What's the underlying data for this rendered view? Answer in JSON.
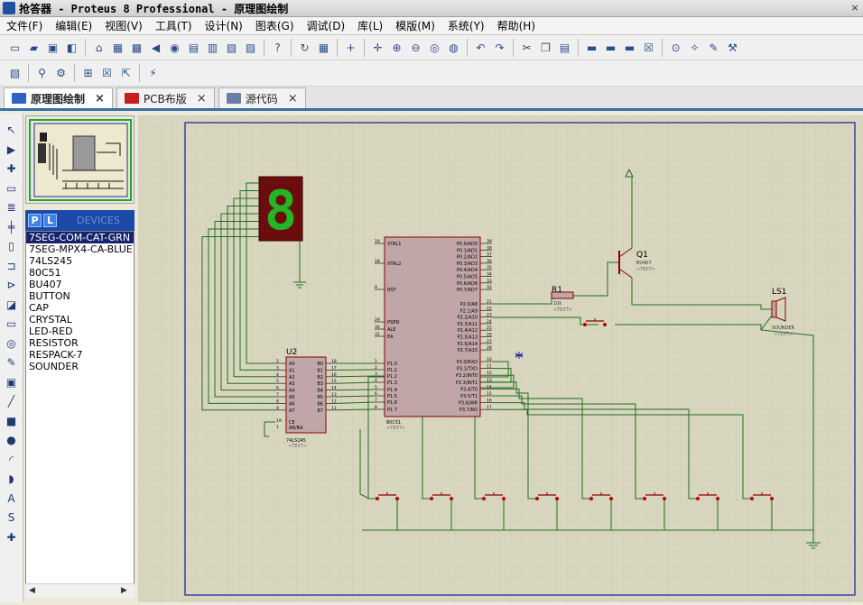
{
  "window": {
    "title": "抢答器 - Proteus 8 Professional - 原理图绘制",
    "close": "×"
  },
  "menu": [
    "文件(F)",
    "编辑(E)",
    "视图(V)",
    "工具(T)",
    "设计(N)",
    "图表(G)",
    "调试(D)",
    "库(L)",
    "模版(M)",
    "系统(Y)",
    "帮助(H)"
  ],
  "tabs": [
    {
      "label": "原理图绘制",
      "close": "×",
      "icon_color": "#2b62c4"
    },
    {
      "label": "PCB布版",
      "close": "×",
      "icon_color": "#c81e1e"
    },
    {
      "label": "源代码",
      "close": "×",
      "icon_color": "#6a7fa8"
    }
  ],
  "picker": {
    "p": "P",
    "l": "L",
    "devices_label": "DEVICES"
  },
  "devices": [
    "7SEG-COM-CAT-GRN",
    "7SEG-MPX4-CA-BLUE",
    "74LS245",
    "80C51",
    "BU407",
    "BUTTON",
    "CAP",
    "CRYSTAL",
    "LED-RED",
    "RESISTOR",
    "RESPACK-7",
    "SOUNDER"
  ],
  "selected_device": "7SEG-COM-CAT-GRN",
  "schematic": {
    "segment_digit": "8",
    "mcu": {
      "ref": "80C51",
      "left_pins": [
        "XTAL1",
        "XTAL2",
        "RST",
        "PSEN",
        "ALE",
        "EA",
        "P1.0",
        "P1.1",
        "P1.2",
        "P1.3",
        "P1.4",
        "P1.5",
        "P1.6",
        "P1.7"
      ],
      "left_nums": [
        "19",
        "18",
        "9",
        "29",
        "30",
        "31",
        "1",
        "2",
        "3",
        "4",
        "5",
        "6",
        "7",
        "8"
      ],
      "right_pins": [
        "P0.0/AD0",
        "P0.1/AD1",
        "P0.2/AD2",
        "P0.3/AD3",
        "P0.4/AD4",
        "P0.5/AD5",
        "P0.6/AD6",
        "P0.7/AD7",
        "P2.0/A8",
        "P2.1/A9",
        "P2.2/A10",
        "P2.3/A11",
        "P2.4/A12",
        "P2.5/A13",
        "P2.6/A14",
        "P2.7/A15",
        "P3.0/RXD",
        "P3.1/TXD",
        "P3.2/INT0",
        "P3.3/INT1",
        "P3.4/T0",
        "P3.5/T1",
        "P3.6/WR",
        "P3.7/RD"
      ],
      "right_nums": [
        "39",
        "38",
        "37",
        "36",
        "35",
        "34",
        "33",
        "32",
        "21",
        "22",
        "23",
        "24",
        "25",
        "26",
        "27",
        "28",
        "10",
        "11",
        "12",
        "13",
        "14",
        "15",
        "16",
        "17"
      ],
      "text": "<TEXT>"
    },
    "buffer": {
      "ref": "U2",
      "part": "74LS245",
      "a_pins": [
        "A0",
        "A1",
        "A2",
        "A3",
        "A4",
        "A5",
        "A6",
        "A7"
      ],
      "b_pins": [
        "B0",
        "B1",
        "B2",
        "B3",
        "B4",
        "B5",
        "B6",
        "B7"
      ],
      "a_nums": [
        "2",
        "3",
        "4",
        "5",
        "6",
        "7",
        "8",
        "9"
      ],
      "b_nums": [
        "18",
        "17",
        "16",
        "15",
        "14",
        "13",
        "12",
        "11"
      ],
      "ce": "CE",
      "ab": "AB/BA",
      "ce_num": "19",
      "ab_num": "1",
      "text": "<TEXT>"
    },
    "transistor": {
      "ref": "Q1",
      "part": "BU407",
      "text": "<TEXT>"
    },
    "resistor": {
      "ref": "R1",
      "value": "10k",
      "text": "<TEXT>"
    },
    "sounder": {
      "ref": "LS1",
      "part": "SOUNDER",
      "text": "<TEXT>"
    }
  },
  "colors": {
    "canvas": "#d8d6bf",
    "grid": "#c4c2aa",
    "wire": "#1f6e1f",
    "chip": "#c0a6a6",
    "chip_border": "#8b0000",
    "border_blue": "#1e2aa0"
  }
}
